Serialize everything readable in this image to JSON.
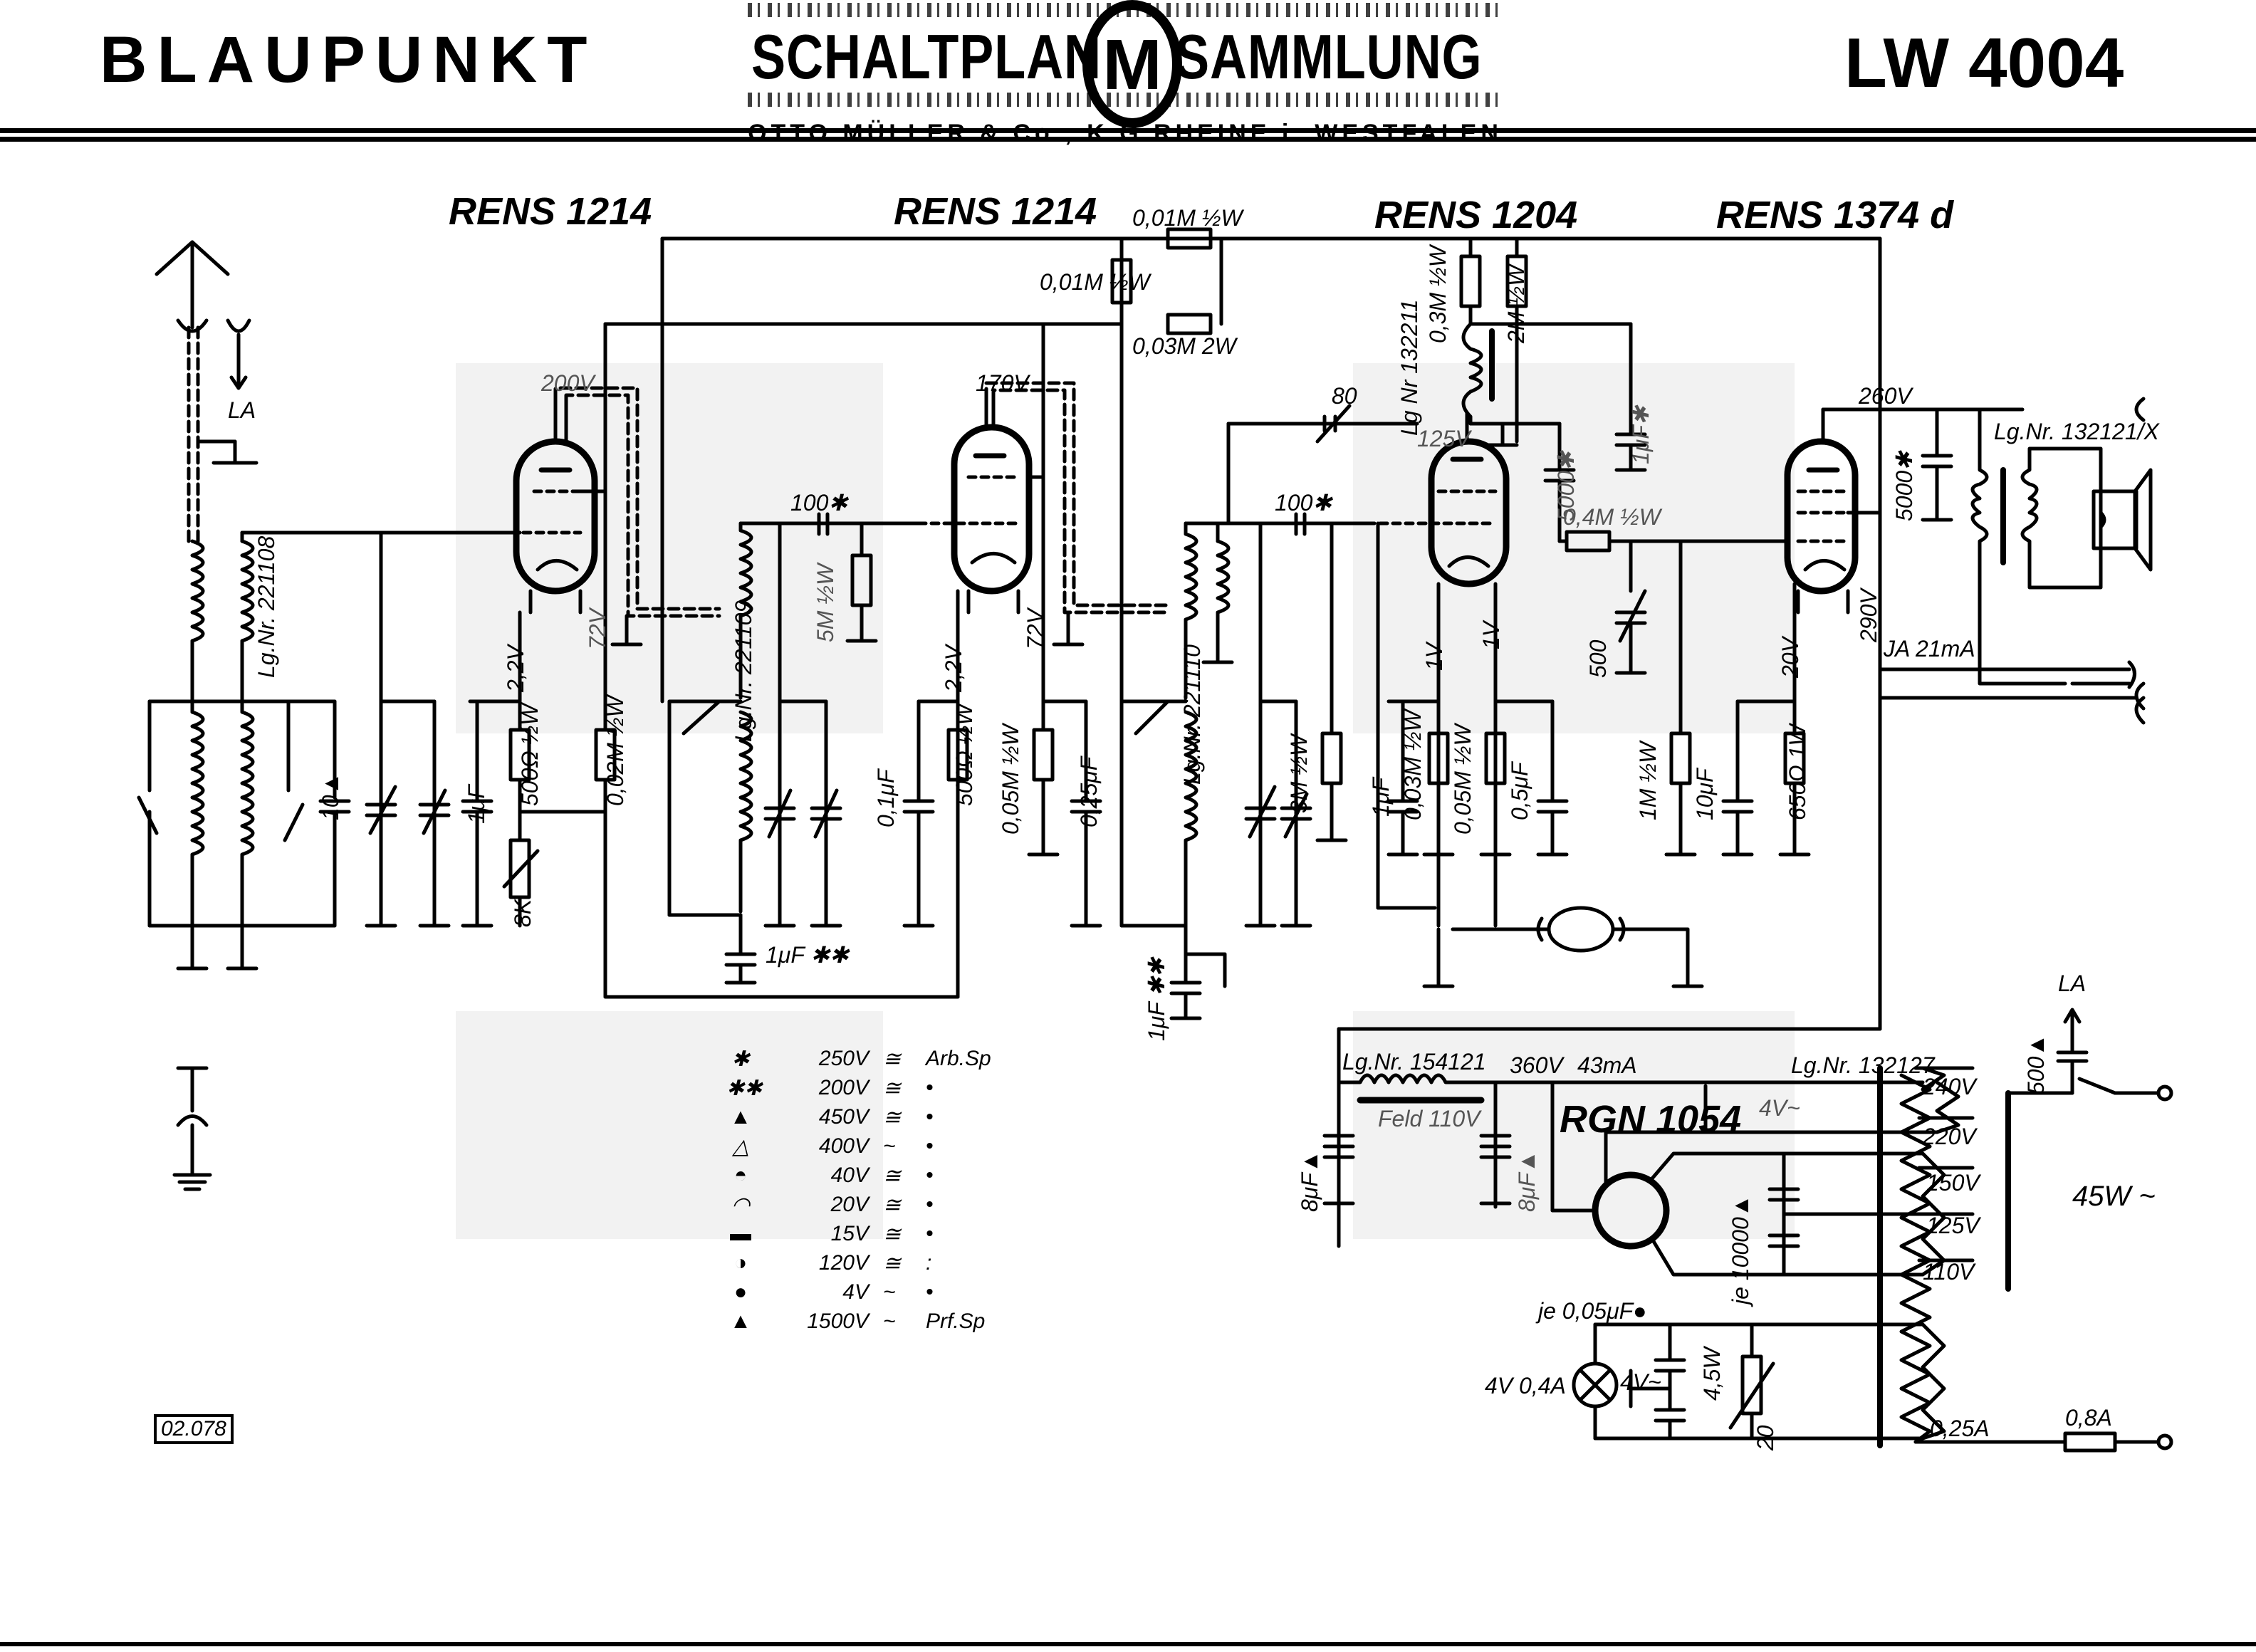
{
  "header": {
    "brand": "BLAUPUNKT",
    "model": "LW 4004",
    "publisher_left": "SCHALTPLAN",
    "publisher_logo_letter": "M",
    "publisher_right": "SAMMLUNG",
    "publisher_sub": "OTTO MÜLLER & Co., K.G    RHEINE i. WESTFALEN"
  },
  "tubes": [
    {
      "id": "tube-1",
      "type": "RENS 1214",
      "anode_voltage": "200V",
      "screen_voltage": "72V",
      "cathode_voltage": "2,2V"
    },
    {
      "id": "tube-2",
      "type": "RENS 1214",
      "anode_voltage": "170V",
      "screen_voltage": "72V",
      "cathode_voltage": "2,2V"
    },
    {
      "id": "tube-3",
      "type": "RENS 1204",
      "anode_voltage": "125V",
      "cathode_voltage": "1V",
      "screen_voltage": "1V"
    },
    {
      "id": "tube-4",
      "type": "RENS 1374 d",
      "anode_voltage": "260V",
      "screen_voltage": "290V",
      "cathode_voltage": "20V"
    },
    {
      "id": "rectifier",
      "type": "RGN 1054"
    }
  ],
  "labels": {
    "antenna": "LA",
    "coil1": "Lg.Nr. 221108",
    "coil2": "Lg.Nr. 221109",
    "coil3": "Lg.Nr. 221110",
    "coil_af": "Lg Nr 132211",
    "output_tr": "Lg.Nr. 132121/X",
    "choke": "Lg.Nr. 154121",
    "mains_tr": "Lg.Nr. 132127",
    "c_10": "10▲",
    "c_1uf_a": "1μF",
    "r_500_a": "500Ω ½W",
    "r_002m": "0,02M ½W",
    "r_8k": "8K",
    "c_100_a": "100✱",
    "r_5m": "5M ½W",
    "c_1uf_b": "1μF ✱✱",
    "c_01uf": "0,1μF",
    "r_500_b": "500Ω ½W",
    "r_005m_a": "0,05M ½W",
    "c_025uf": "0,25μF",
    "r_001m_top": "0,01M ½W",
    "r_001m_mid": "0,01M ½W",
    "r_003m_2w": "0,03M 2W",
    "c_80": "80",
    "c_100_b": "100✱",
    "r_3m": "3M ½W",
    "c_1uf_c": "1μF ✱✱",
    "r_03m": "0,3M ½W",
    "r_2m": "2M ½W",
    "c_1uf_d": "1μF✱",
    "c_5000_a": "5000✱",
    "r_04m": "0,4M ½W",
    "c_1uf_e": "1μF",
    "r_003m_b": "0,03M ½W",
    "r_005m_b": "0,05M ½W",
    "c_05uf": "0,5μF",
    "c_500": "500",
    "r_1m": "1M ½W",
    "c_10uf": "10μF",
    "r_650": "650Ω 1W",
    "c_5000_b": "5000✱",
    "anode_current": "JA 21mA",
    "hv": "360V",
    "hv_current": "43mA",
    "c_8uf_a": "8μF▲",
    "c_8uf_b": "8μF▲",
    "field": "Feld 110V",
    "heater_ac": "4V~",
    "c_10000": "je 10000▲",
    "c_005uf": "je 0,05μF●",
    "lamp": "4V 0,4A",
    "lamp_v": "4V~",
    "r_20": "20",
    "r_4_5w": "4,5W",
    "tap_240": "240V",
    "tap_220": "220V",
    "tap_150": "150V",
    "tap_125": "125V",
    "tap_110": "110V",
    "fuse_025": "0,25A",
    "fuse_08": "0,8A",
    "power": "45W ~",
    "c_500_la": "500▲",
    "la_mains": "LA"
  },
  "legend": [
    {
      "symbol": "✱",
      "value": "250V",
      "kind": "≅",
      "note": "Arb.Sp"
    },
    {
      "symbol": "✱✱",
      "value": "200V",
      "kind": "≅",
      "note": "•"
    },
    {
      "symbol": "▲",
      "value": "450V",
      "kind": "≅",
      "note": "•"
    },
    {
      "symbol": "△",
      "value": "400V",
      "kind": "~",
      "note": "•"
    },
    {
      "symbol": "◓",
      "value": "40V",
      "kind": "≅",
      "note": "•"
    },
    {
      "symbol": "◠",
      "value": "20V",
      "kind": "≅",
      "note": "•"
    },
    {
      "symbol": "▬",
      "value": "15V",
      "kind": "≅",
      "note": "•"
    },
    {
      "symbol": "◑",
      "value": "120V",
      "kind": "≅",
      "note": ":"
    },
    {
      "symbol": "●",
      "value": "4V",
      "kind": "~",
      "note": "•"
    },
    {
      "symbol": "▲",
      "value": "1500V",
      "kind": "~",
      "note": "Prf.Sp"
    }
  ],
  "reference": "02.078"
}
